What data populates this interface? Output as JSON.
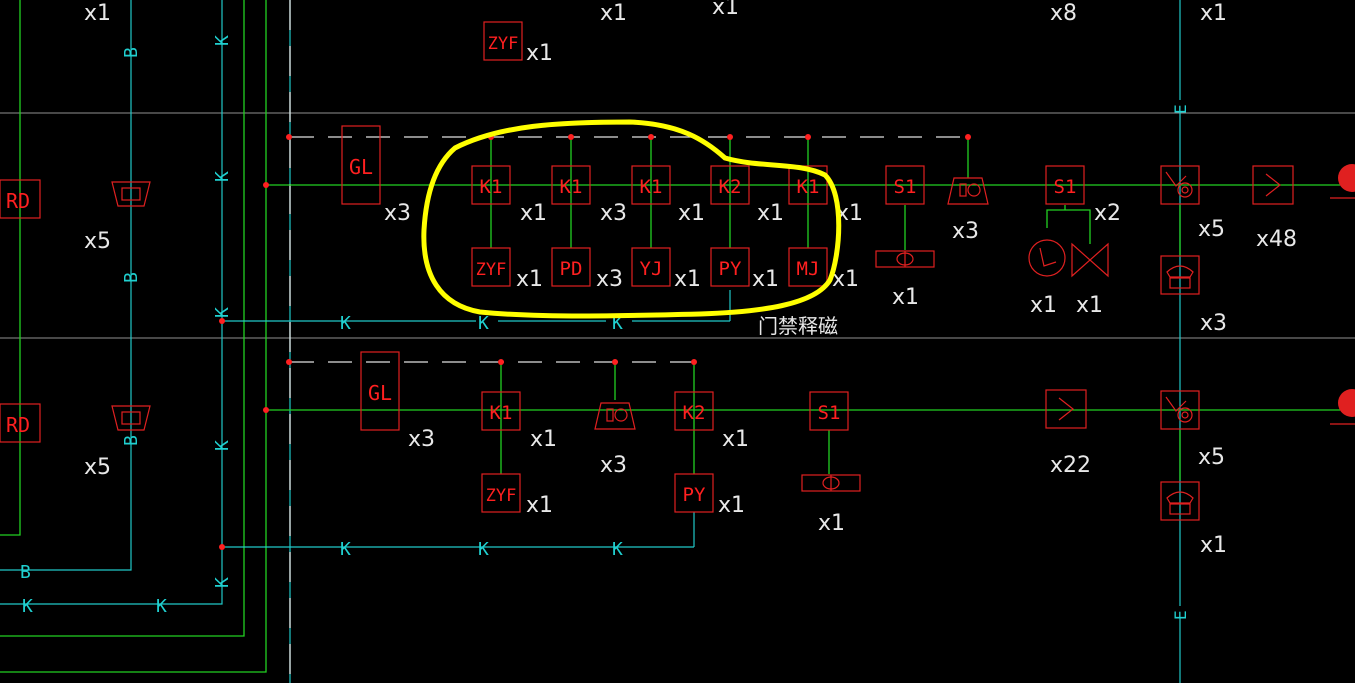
{
  "labels": {
    "zyf": "ZYF",
    "gl": "GL",
    "k1": "K1",
    "k2": "K2",
    "s1": "S1",
    "pd": "PD",
    "yj": "YJ",
    "py": "PY",
    "mj": "MJ",
    "rd": "RD",
    "b": "B",
    "k": "K",
    "e": "E"
  },
  "counts": {
    "x1": "x1",
    "x2": "x2",
    "x3": "x3",
    "x5": "x5",
    "x8": "x8",
    "x22": "x22",
    "x48": "x48"
  },
  "annotation": "门禁释磁",
  "colors": {
    "background": "#000000",
    "device": "#e02020",
    "bus": "#22d022",
    "signal": "#20c8c8",
    "highlight": "#ffff00",
    "text": "#e8e8e8"
  }
}
